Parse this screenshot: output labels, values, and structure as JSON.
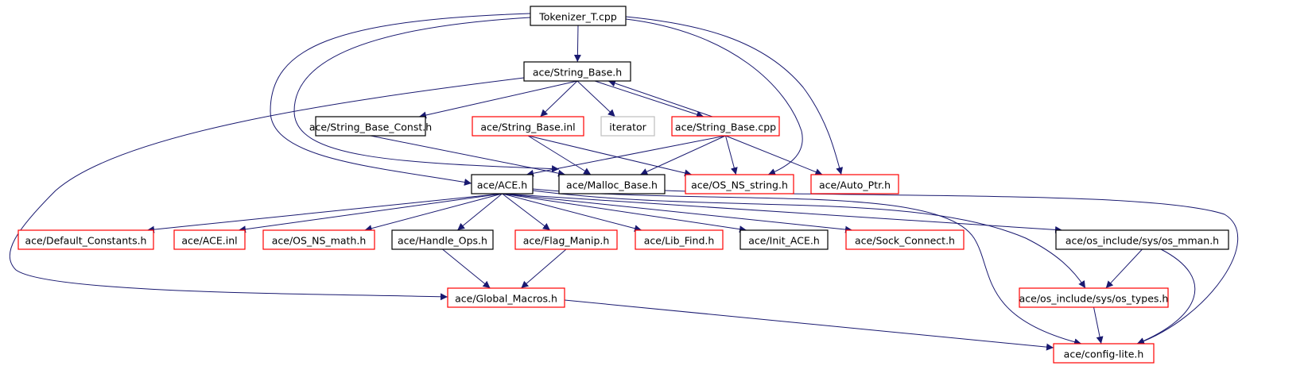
{
  "title": "Tokenizer_T.cpp include dependency graph",
  "colors": {
    "edge": "#191970",
    "root_fill": "#bfbfbf",
    "border_documented": "#000000",
    "border_truncated": "#ff0000",
    "border_external": "#bfbfbf"
  },
  "nodes": [
    {
      "id": "tokenizer",
      "label": "Tokenizer_T.cpp",
      "kind": "root"
    },
    {
      "id": "string_base_h",
      "label": "ace/String_Base.h",
      "kind": "documented"
    },
    {
      "id": "string_base_const",
      "label": "ace/String_Base_Const.h",
      "kind": "documented"
    },
    {
      "id": "string_base_inl",
      "label": "ace/String_Base.inl",
      "kind": "truncated"
    },
    {
      "id": "iterator",
      "label": "iterator",
      "kind": "external"
    },
    {
      "id": "string_base_cpp",
      "label": "ace/String_Base.cpp",
      "kind": "truncated"
    },
    {
      "id": "ace_h",
      "label": "ace/ACE.h",
      "kind": "documented"
    },
    {
      "id": "malloc_base",
      "label": "ace/Malloc_Base.h",
      "kind": "documented"
    },
    {
      "id": "os_ns_string",
      "label": "ace/OS_NS_string.h",
      "kind": "truncated"
    },
    {
      "id": "auto_ptr",
      "label": "ace/Auto_Ptr.h",
      "kind": "truncated"
    },
    {
      "id": "default_constants",
      "label": "ace/Default_Constants.h",
      "kind": "truncated"
    },
    {
      "id": "ace_inl",
      "label": "ace/ACE.inl",
      "kind": "truncated"
    },
    {
      "id": "os_ns_math",
      "label": "ace/OS_NS_math.h",
      "kind": "truncated"
    },
    {
      "id": "handle_ops",
      "label": "ace/Handle_Ops.h",
      "kind": "documented"
    },
    {
      "id": "flag_manip",
      "label": "ace/Flag_Manip.h",
      "kind": "truncated"
    },
    {
      "id": "lib_find",
      "label": "ace/Lib_Find.h",
      "kind": "truncated"
    },
    {
      "id": "init_ace",
      "label": "ace/Init_ACE.h",
      "kind": "documented"
    },
    {
      "id": "sock_connect",
      "label": "ace/Sock_Connect.h",
      "kind": "truncated"
    },
    {
      "id": "os_mman",
      "label": "ace/os_include/sys/os_mman.h",
      "kind": "documented"
    },
    {
      "id": "global_macros",
      "label": "ace/Global_Macros.h",
      "kind": "truncated"
    },
    {
      "id": "os_types",
      "label": "ace/os_include/sys/os_types.h",
      "kind": "truncated"
    },
    {
      "id": "config_lite",
      "label": "ace/config-lite.h",
      "kind": "truncated"
    }
  ],
  "edges": [
    {
      "from": "tokenizer",
      "to": "string_base_h"
    },
    {
      "from": "tokenizer",
      "to": "ace_h"
    },
    {
      "from": "tokenizer",
      "to": "malloc_base"
    },
    {
      "from": "tokenizer",
      "to": "os_ns_string"
    },
    {
      "from": "tokenizer",
      "to": "auto_ptr"
    },
    {
      "from": "string_base_h",
      "to": "string_base_const"
    },
    {
      "from": "string_base_h",
      "to": "string_base_inl"
    },
    {
      "from": "string_base_h",
      "to": "iterator"
    },
    {
      "from": "string_base_h",
      "to": "string_base_cpp"
    },
    {
      "from": "string_base_h",
      "to": "global_macros"
    },
    {
      "from": "string_base_cpp",
      "to": "string_base_h"
    },
    {
      "from": "string_base_cpp",
      "to": "ace_h"
    },
    {
      "from": "string_base_cpp",
      "to": "malloc_base"
    },
    {
      "from": "string_base_cpp",
      "to": "os_ns_string"
    },
    {
      "from": "string_base_cpp",
      "to": "auto_ptr"
    },
    {
      "from": "string_base_const",
      "to": "malloc_base"
    },
    {
      "from": "string_base_inl",
      "to": "malloc_base"
    },
    {
      "from": "string_base_inl",
      "to": "os_ns_string"
    },
    {
      "from": "ace_h",
      "to": "default_constants"
    },
    {
      "from": "ace_h",
      "to": "ace_inl"
    },
    {
      "from": "ace_h",
      "to": "os_ns_math"
    },
    {
      "from": "ace_h",
      "to": "handle_ops"
    },
    {
      "from": "ace_h",
      "to": "flag_manip"
    },
    {
      "from": "ace_h",
      "to": "lib_find"
    },
    {
      "from": "ace_h",
      "to": "init_ace"
    },
    {
      "from": "ace_h",
      "to": "sock_connect"
    },
    {
      "from": "ace_h",
      "to": "os_mman"
    },
    {
      "from": "ace_h",
      "to": "os_types"
    },
    {
      "from": "ace_h",
      "to": "config_lite"
    },
    {
      "from": "malloc_base",
      "to": "config_lite"
    },
    {
      "from": "handle_ops",
      "to": "global_macros"
    },
    {
      "from": "flag_manip",
      "to": "global_macros"
    },
    {
      "from": "global_macros",
      "to": "config_lite"
    },
    {
      "from": "os_mman",
      "to": "os_types"
    },
    {
      "from": "os_mman",
      "to": "config_lite"
    },
    {
      "from": "os_types",
      "to": "config_lite"
    }
  ]
}
